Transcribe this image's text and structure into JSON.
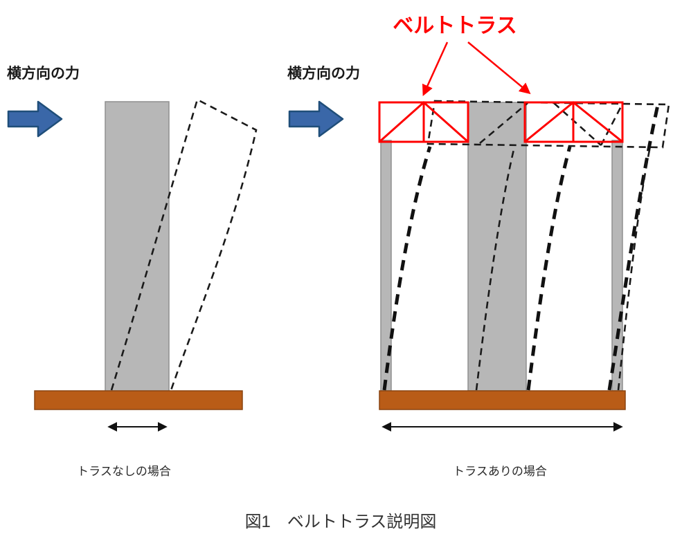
{
  "figure": {
    "caption": "図1　ベルトトラス説明図"
  },
  "left_panel": {
    "force_label": "横方向の力",
    "caption": "トラスなしの場合"
  },
  "right_panel": {
    "force_label": "横方向の力",
    "truss_label": "ベルトトラス",
    "caption": "トラスありの場合"
  },
  "colors": {
    "column_gray": "#b7b7b7",
    "column_stroke": "#8f8f8f",
    "base_brown": "#b95c17",
    "base_stroke": "#8a4410",
    "truss_red": "#ff0000",
    "force_arrow_fill": "#3a67a8",
    "force_arrow_stroke": "#1f4e79",
    "line_black": "#1a1a1a"
  }
}
